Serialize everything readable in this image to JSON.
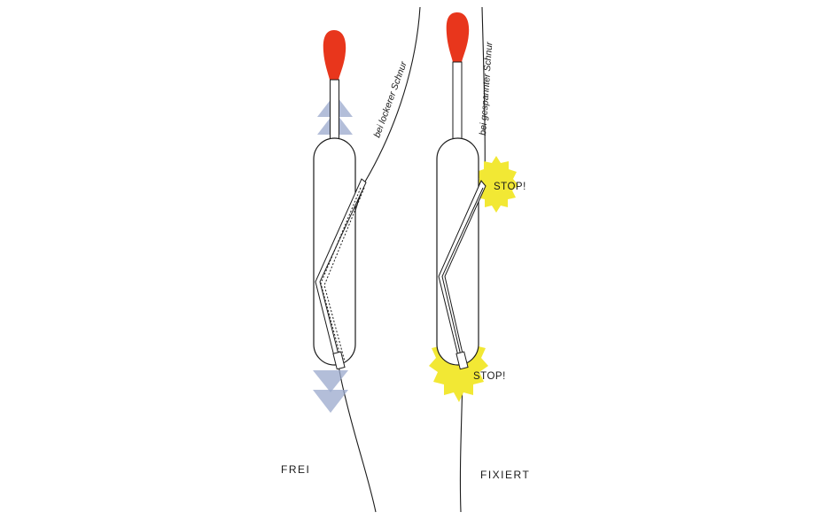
{
  "left_panel": {
    "caption": "FREI",
    "line_label": "bei lockerer Schnur"
  },
  "right_panel": {
    "caption": "FIXIERT",
    "line_label": "bei gespannter Schnur",
    "stop_top": "STOP!",
    "stop_bottom": "STOP!"
  },
  "colors": {
    "tip": "#e8361c",
    "arrow": "#9aa8cc",
    "burst": "#f2e834",
    "outline": "#1a1a1a"
  }
}
